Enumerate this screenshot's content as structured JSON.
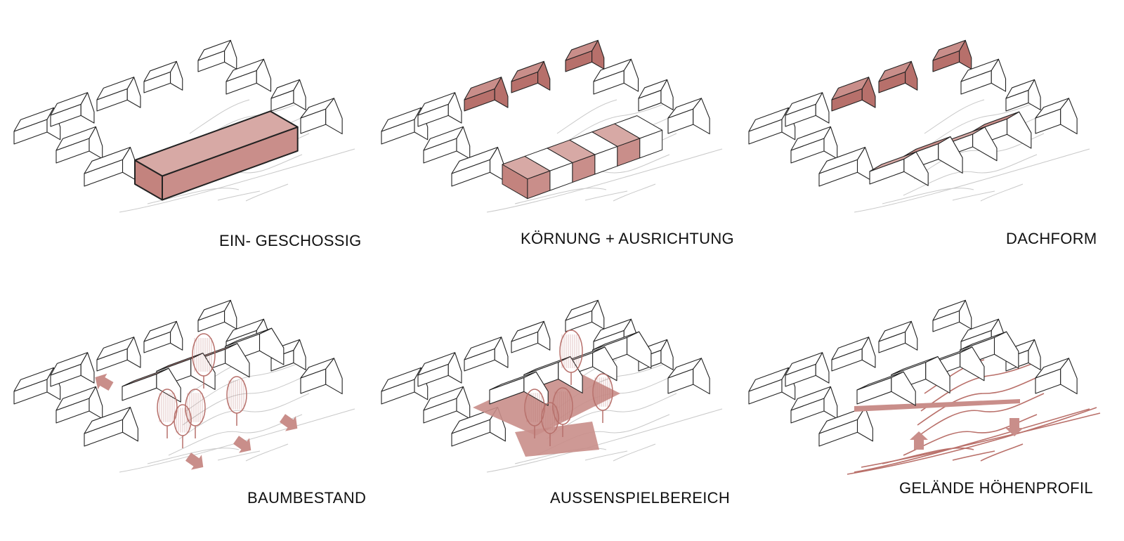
{
  "colors": {
    "accent": "#c98e8a",
    "accent_dark": "#b7706b",
    "outline": "#222222",
    "terrain": "#c9c9c9",
    "background": "#ffffff"
  },
  "panels": [
    {
      "id": "ein-geschossig",
      "caption": "EIN- GESCHOSSIG"
    },
    {
      "id": "koernung",
      "caption": "KÖRNUNG + AUSRICHTUNG"
    },
    {
      "id": "dachform",
      "caption": "DACHFORM"
    },
    {
      "id": "baumbestand",
      "caption": "BAUMBESTAND"
    },
    {
      "id": "aussenspiel",
      "caption": "AUSSENSPIELBEREICH"
    },
    {
      "id": "gelaende",
      "caption": "GELÄNDE HÖHENPROFIL"
    }
  ]
}
